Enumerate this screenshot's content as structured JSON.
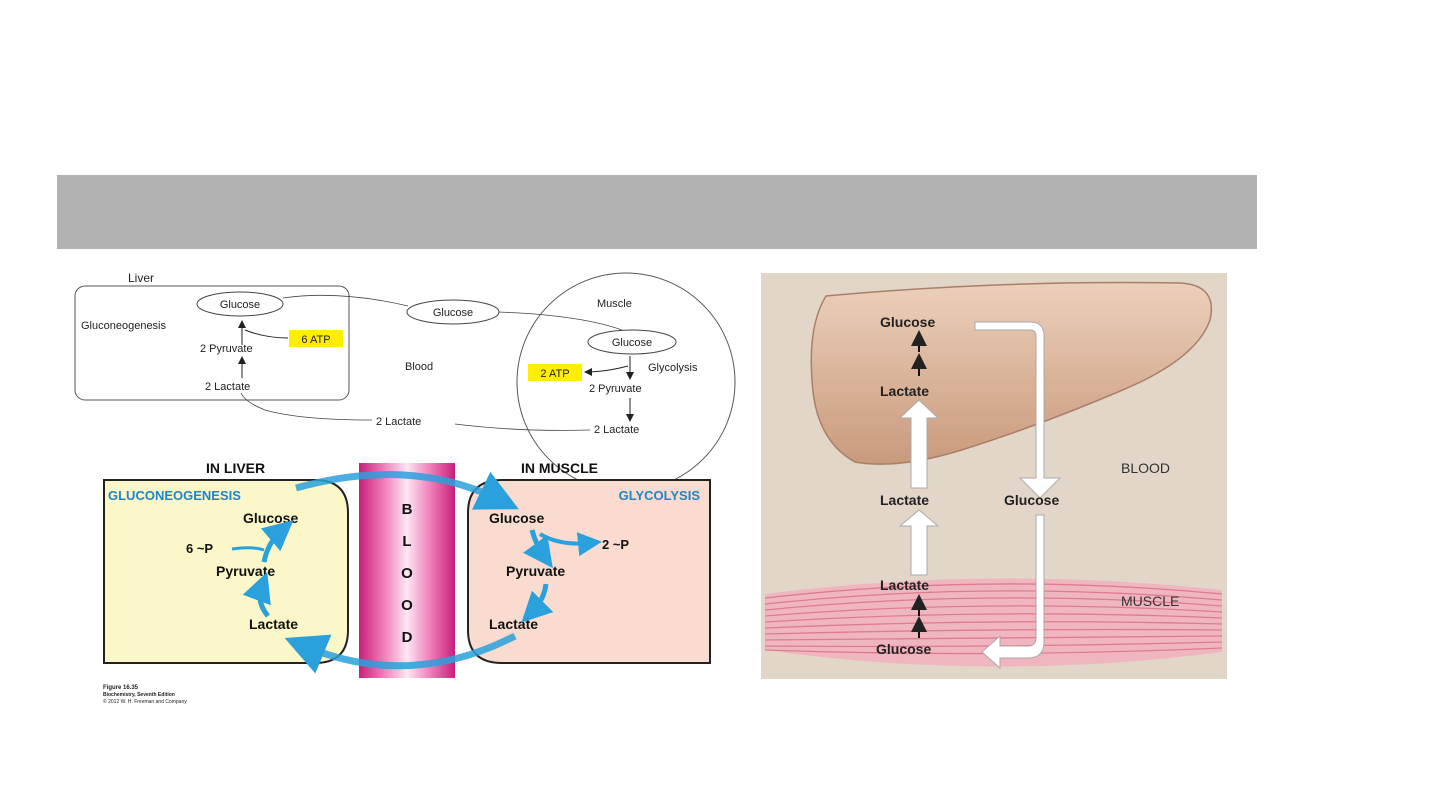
{
  "colors": {
    "header_band": "#b2b2b2",
    "atp_highlight": "#ffee00",
    "liver_panel": "#fbf7c8",
    "muscle_panel": "#f9dccf",
    "blue_arrow": "#2aa0dc",
    "gluco_label": "#1f86c4",
    "blood_bar": "#e0409a",
    "liver_organ": "#dcb49a",
    "muscle_fiber": "#e77f91",
    "right_bg": "#e2d6c9"
  },
  "top_diagram": {
    "liver_label": "Liver",
    "muscle_label": "Muscle",
    "blood_label": "Blood",
    "liver_glucose": "Glucose",
    "gluconeogenesis": "Gluconeogenesis",
    "liver_pyruvate": "2 Pyruvate",
    "liver_lactate": "2 Lactate",
    "atp_in": "6 ATP",
    "blood_glucose": "Glucose",
    "blood_lactate": "2 Lactate",
    "muscle_glucose": "Glucose",
    "glycolysis": "Glycolysis",
    "atp_out": "2 ATP",
    "muscle_pyruvate": "2 Pyruvate",
    "muscle_lactate": "2 Lactate"
  },
  "bottom_diagram": {
    "in_liver": "IN LIVER",
    "in_muscle": "IN MUSCLE",
    "gluconeogenesis": "GLUCONEOGENESIS",
    "glycolysis": "GLYCOLYSIS",
    "liver_glucose": "Glucose",
    "liver_phosphate": "6 ~P",
    "liver_pyruvate": "Pyruvate",
    "liver_lactate": "Lactate",
    "muscle_glucose": "Glucose",
    "muscle_phosphate": "2 ~P",
    "muscle_pyruvate": "Pyruvate",
    "muscle_lactate": "Lactate",
    "blood_letters": [
      "B",
      "L",
      "O",
      "O",
      "D"
    ],
    "caption_line1": "Figure 16.35",
    "caption_line2": "Biochemistry, Seventh Edition",
    "caption_line3": "© 2012 W. H. Freeman and Company"
  },
  "right_diagram": {
    "liver_glucose": "Glucose",
    "liver_lactate": "Lactate",
    "blood_label": "BLOOD",
    "blood_lactate": "Lactate",
    "blood_glucose": "Glucose",
    "muscle_label": "MUSCLE",
    "muscle_lactate": "Lactate",
    "muscle_glucose": "Glucose"
  }
}
